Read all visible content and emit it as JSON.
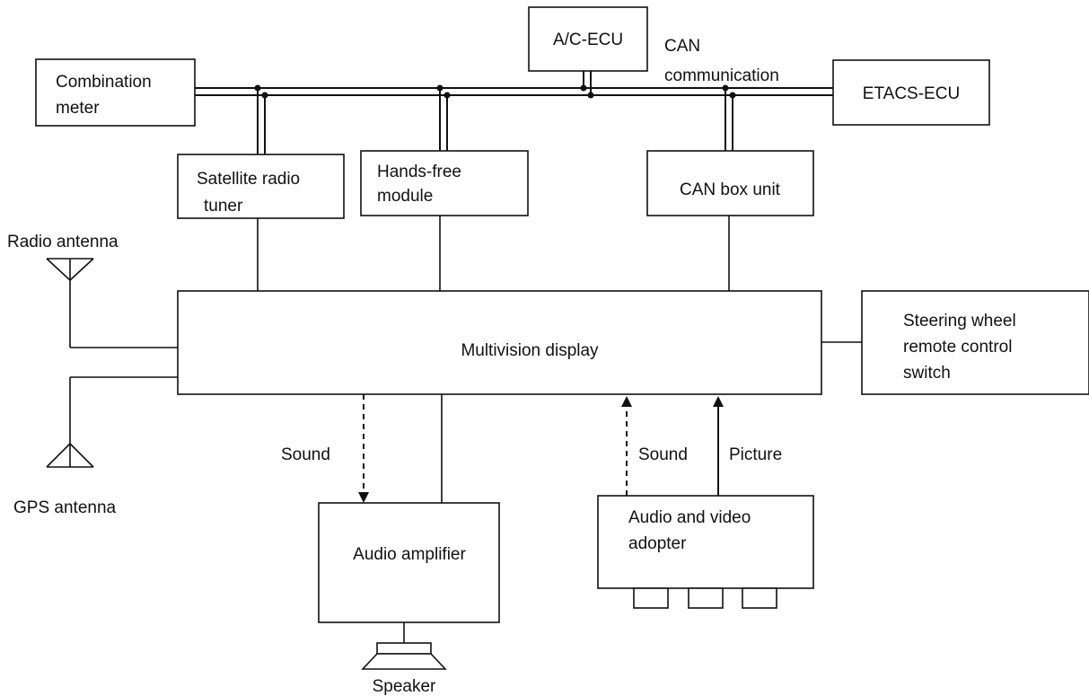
{
  "diagram": {
    "bus_label_line1": "CAN",
    "bus_label_line2": "communication",
    "nodes": {
      "ac_ecu": "A/C-ECU",
      "combination_meter_line1": "Combination",
      "combination_meter_line2": "meter",
      "etacs_ecu": "ETACS-ECU",
      "satellite_radio_line1": "Satellite radio",
      "satellite_radio_line2": "tuner",
      "hands_free_line1": "Hands-free",
      "hands_free_line2": "module",
      "can_box_unit": "CAN box unit",
      "multivision_display": "Multivision display",
      "steering_switch_line1": "Steering wheel",
      "steering_switch_line2": "remote control",
      "steering_switch_line3": "switch",
      "audio_amplifier": "Audio amplifier",
      "av_adopter_line1": "Audio and video",
      "av_adopter_line2": "adopter"
    },
    "antennas": {
      "radio": "Radio antenna",
      "gps": "GPS antenna"
    },
    "signals": {
      "sound_to_amp": "Sound",
      "sound_from_adopter": "Sound",
      "picture_from_adopter": "Picture"
    },
    "speaker": "Speaker"
  }
}
